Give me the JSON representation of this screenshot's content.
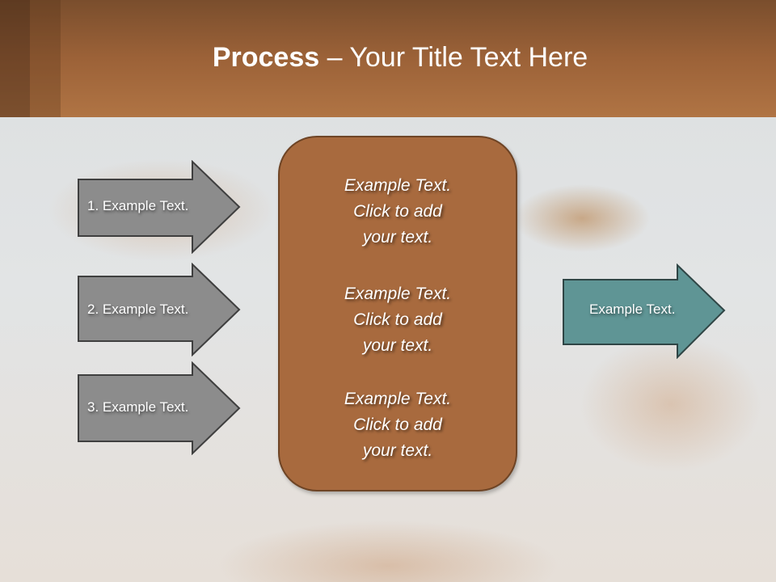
{
  "slide": {
    "title": {
      "bold": "Process",
      "rest": " – Your Title Text Here"
    },
    "colors": {
      "header_dark": "#7a4e2d",
      "header_light": "#b07444",
      "gray_arrow": "#8c8c8c",
      "center_box": "#a86a3e",
      "teal_arrow": "#5f9595"
    },
    "left_arrows": [
      {
        "label": "1. Example Text."
      },
      {
        "label": "2. Example Text."
      },
      {
        "label": "3. Example Text."
      }
    ],
    "center_box": {
      "blocks": [
        {
          "line1": "Example Text.",
          "line2": "Click  to add",
          "line3": "your text."
        },
        {
          "line1": "Example Text.",
          "line2": "Click  to add",
          "line3": "your text."
        },
        {
          "line1": "Example Text.",
          "line2": "Click  to add",
          "line3": "your text."
        }
      ]
    },
    "right_arrow": {
      "label": "Example Text."
    }
  }
}
